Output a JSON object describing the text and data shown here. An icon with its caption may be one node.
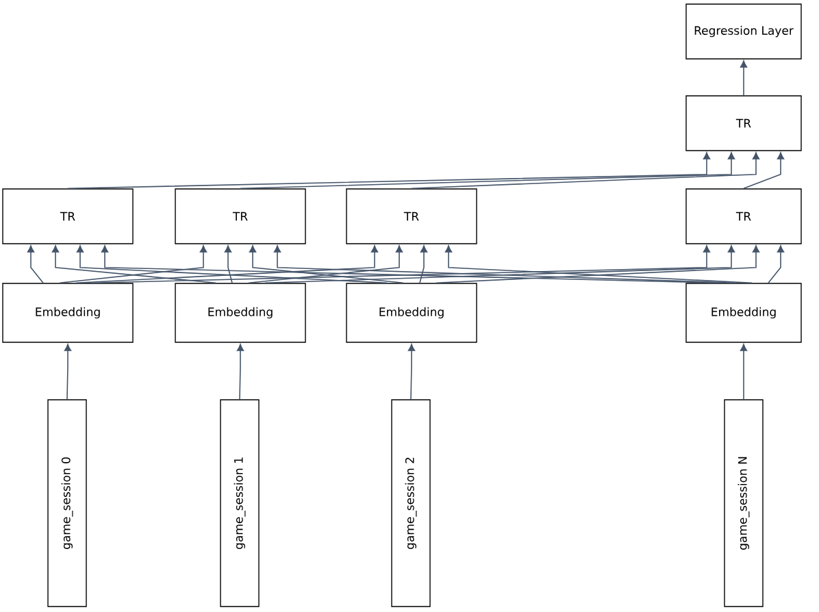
{
  "diagram": {
    "nodes": [
      {
        "text": [
          "Regression Layer"
        ]
      },
      {
        "text": [
          "TR"
        ]
      },
      {
        "text": [
          "TR"
        ]
      },
      {
        "text": [
          "TR"
        ]
      },
      {
        "text": [
          "TR"
        ]
      },
      {
        "text": [
          "TR"
        ]
      },
      {
        "text": [
          "Embedding"
        ]
      },
      {
        "text": [
          "Embedding"
        ]
      },
      {
        "text": [
          "Embedding"
        ]
      },
      {
        "text": [
          "Embedding"
        ]
      },
      {
        "text": [
          "game_session 0"
        ]
      },
      {
        "text": [
          "game_session 1"
        ]
      },
      {
        "text": [
          "game_session 2"
        ]
      },
      {
        "text": [
          "game_session N"
        ]
      }
    ],
    "edges": [
      {
        "from": 10,
        "to": 6,
        "arrow": "to"
      },
      {
        "from": 11,
        "to": 7,
        "arrow": "to"
      },
      {
        "from": 12,
        "to": 8,
        "arrow": "to"
      },
      {
        "from": 13,
        "to": 9,
        "arrow": "to"
      },
      {
        "from": 6,
        "to": 2,
        "arrow": "to"
      },
      {
        "from": 6,
        "to": 3,
        "arrow": "to"
      },
      {
        "from": 6,
        "to": 4,
        "arrow": "to"
      },
      {
        "from": 6,
        "to": 5,
        "arrow": "to"
      },
      {
        "from": 7,
        "to": 2,
        "arrow": "to"
      },
      {
        "from": 7,
        "to": 3,
        "arrow": "to"
      },
      {
        "from": 7,
        "to": 4,
        "arrow": "to"
      },
      {
        "from": 7,
        "to": 5,
        "arrow": "to"
      },
      {
        "from": 8,
        "to": 2,
        "arrow": "to"
      },
      {
        "from": 8,
        "to": 3,
        "arrow": "to"
      },
      {
        "from": 8,
        "to": 4,
        "arrow": "to"
      },
      {
        "from": 8,
        "to": 5,
        "arrow": "to"
      },
      {
        "from": 9,
        "to": 2,
        "arrow": "to"
      },
      {
        "from": 9,
        "to": 3,
        "arrow": "to"
      },
      {
        "from": 9,
        "to": 4,
        "arrow": "to"
      },
      {
        "from": 9,
        "to": 5,
        "arrow": "to"
      },
      {
        "from": 2,
        "to": 1,
        "arrow": "to"
      },
      {
        "from": 3,
        "to": 1,
        "arrow": "to"
      },
      {
        "from": 4,
        "to": 1,
        "arrow": "to"
      },
      {
        "from": 5,
        "to": 1,
        "arrow": "to"
      },
      {
        "from": 1,
        "to": 0,
        "arrow": "to"
      }
    ]
  }
}
